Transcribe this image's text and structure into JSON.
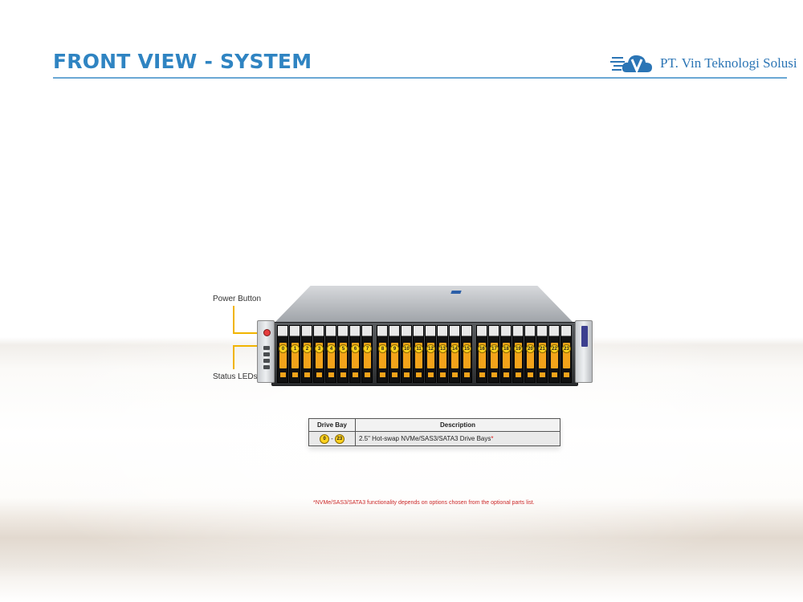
{
  "header": {
    "title": "FRONT VIEW - SYSTEM",
    "company": "PT. Vin Teknologi Solusi"
  },
  "callouts": {
    "power_button": "Power Button",
    "status_leds": "Status LEDs"
  },
  "server": {
    "bay_groups": [
      [
        "0",
        "1",
        "2",
        "3",
        "4",
        "5",
        "6",
        "7"
      ],
      [
        "8",
        "9",
        "10",
        "11",
        "12",
        "13",
        "14",
        "15"
      ],
      [
        "16",
        "17",
        "18",
        "19",
        "20",
        "21",
        "22",
        "23"
      ]
    ]
  },
  "table": {
    "headers": [
      "Drive Bay",
      "Description"
    ],
    "row": {
      "bay_start": "0",
      "dash": "-",
      "bay_end": "23",
      "description": "2.5\" Hot-swap NVMe/SAS3/SATA3 Drive Bays",
      "mark": "*"
    }
  },
  "footnote": "*NVMe/SAS3/SATA3 functionality depends on options chosen from the optional parts list.",
  "colors": {
    "title": "#2f84c2",
    "accent_bay": "#f3a31a",
    "bay_number": "#ffd21e",
    "footnote": "#cc2a2a"
  }
}
